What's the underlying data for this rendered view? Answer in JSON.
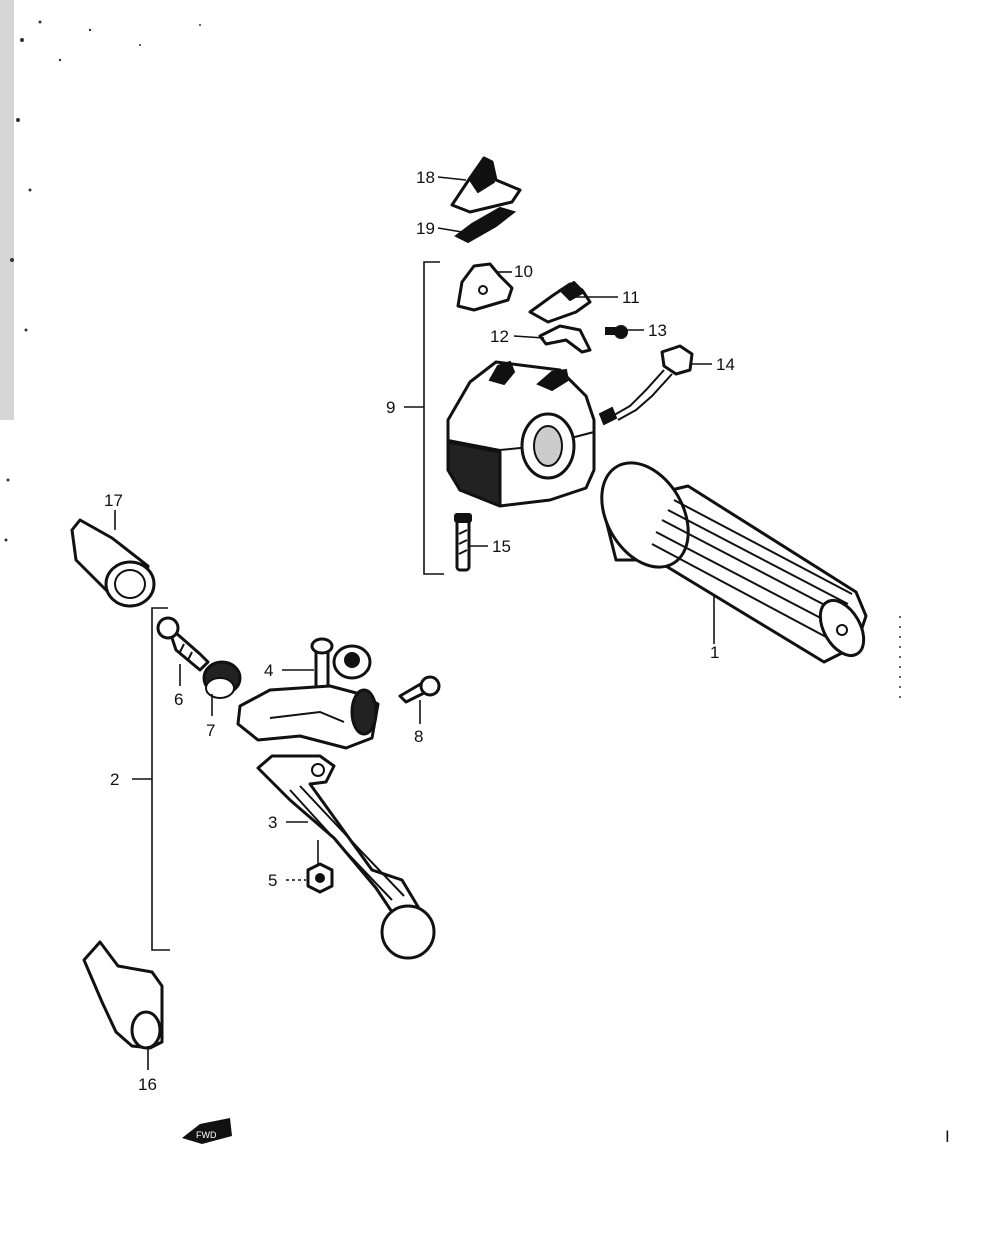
{
  "diagram": {
    "labels": {
      "l1": "1",
      "l2": "2",
      "l3": "3",
      "l4": "4",
      "l5": "5",
      "l6": "6",
      "l7": "7",
      "l8": "8",
      "l9": "9",
      "l10": "10",
      "l11": "11",
      "l12": "12",
      "l13": "13",
      "l14": "14",
      "l15": "15",
      "l16": "16",
      "l17": "17",
      "l18": "18",
      "l19": "19"
    },
    "arrow_text": "FWD",
    "corner_mark": "I"
  }
}
